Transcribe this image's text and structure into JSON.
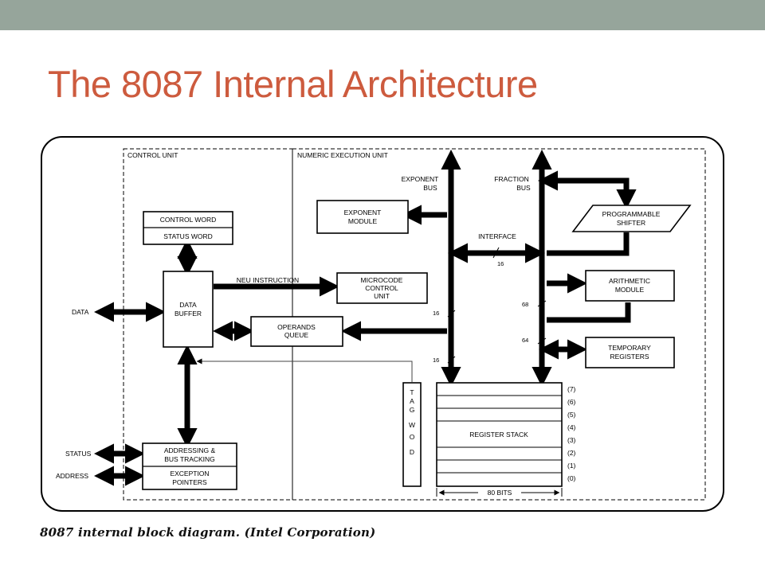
{
  "slide": {
    "title": "The 8087 Internal Architecture",
    "caption": "8087 internal block diagram. (Intel Corporation)",
    "accent_color": "#cd5b3e",
    "band_color": "#96a59b"
  },
  "diagram": {
    "sections": {
      "control_unit": "CONTROL UNIT",
      "numeric_execution_unit": "NUMERIC EXECUTION UNIT"
    },
    "blocks": {
      "control_word": "CONTROL WORD",
      "status_word": "STATUS WORD",
      "data_buffer": [
        "DATA",
        "BUFFER"
      ],
      "microcode_control_unit": [
        "MICROCODE",
        "CONTROL",
        "UNIT"
      ],
      "operands_queue": [
        "OPERANDS",
        "QUEUE"
      ],
      "exponent_module": [
        "EXPONENT",
        "MODULE"
      ],
      "programmable_shifter": [
        "PROGRAMMABLE",
        "SHIFTER"
      ],
      "arithmetic_module": [
        "ARITHMETIC",
        "MODULE"
      ],
      "temporary_registers": [
        "TEMPORARY",
        "REGISTERS"
      ],
      "addressing_bus_tracking": [
        "ADDRESSING &",
        "BUS TRACKING"
      ],
      "exception_pointers": [
        "EXCEPTION",
        "POINTERS"
      ],
      "tag_word": [
        "T",
        "A",
        "G",
        "W",
        "O",
        "D"
      ],
      "register_stack": "REGISTER STACK"
    },
    "labels": {
      "exponent_bus": [
        "EXPONENT",
        "BUS"
      ],
      "fraction_bus": [
        "FRACTION",
        "BUS"
      ],
      "interface": "INTERFACE",
      "neu_instruction": "NEU INSTRUCTION",
      "data": "DATA",
      "status": "STATUS",
      "address": "ADDRESS",
      "bits_80": "80 BITS"
    },
    "bus_widths": {
      "interface": "16",
      "exp_upper": "16",
      "exp_lower": "16",
      "frac_upper": "68",
      "frac_lower": "64"
    },
    "register_indices": [
      "(7)",
      "(6)",
      "(5)",
      "(4)",
      "(3)",
      "(2)",
      "(1)",
      "(0)"
    ]
  }
}
